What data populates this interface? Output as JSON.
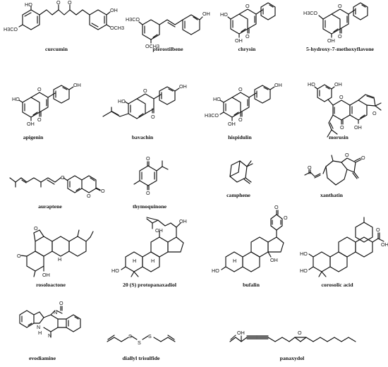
{
  "compounds": [
    {
      "name": "curcumin",
      "atoms": [
        "HO",
        "H3CO",
        "O",
        "O",
        "OH",
        "OCH3"
      ]
    },
    {
      "name": "pterostilbene",
      "atoms": [
        "H3CO",
        "OCH3",
        "OH"
      ]
    },
    {
      "name": "chrysin",
      "atoms": [
        "HO",
        "OH",
        "O",
        "O"
      ]
    },
    {
      "name": "5-hydroxy-7-methoxyflavone",
      "atoms": [
        "H3CO",
        "OH",
        "O",
        "O"
      ]
    },
    {
      "name": "apigenin",
      "atoms": [
        "HO",
        "OH",
        "O",
        "O",
        "OH"
      ]
    },
    {
      "name": "bavachin",
      "atoms": [
        "HO",
        "O",
        "O",
        "OH"
      ]
    },
    {
      "name": "hispidulin",
      "atoms": [
        "HO",
        "H3CO",
        "OH",
        "O",
        "O",
        "OH"
      ]
    },
    {
      "name": "morusin",
      "atoms": [
        "HO",
        "OH",
        "O",
        "O",
        "OH",
        "O"
      ]
    },
    {
      "name": "auraptene",
      "atoms": [
        "O",
        "O",
        "O"
      ]
    },
    {
      "name": "thymoquinone",
      "atoms": [
        "O",
        "O"
      ]
    },
    {
      "name": "camphene",
      "atoms": []
    },
    {
      "name": "xanthatin",
      "atoms": [
        "O",
        "O",
        "O"
      ]
    },
    {
      "name": "rosoloactone",
      "atoms": [
        "O",
        "O",
        "H",
        "OH"
      ]
    },
    {
      "name": "20 (S) protopanaxadiol",
      "atoms": [
        "OH",
        "OH",
        "HO",
        "H",
        "H"
      ]
    },
    {
      "name": "bufalin",
      "atoms": [
        "O",
        "O",
        "OH",
        "HO",
        "H"
      ]
    },
    {
      "name": "corosolic acid",
      "atoms": [
        "HO",
        "HO",
        "OH",
        "O"
      ]
    },
    {
      "name": "evodiamine",
      "atoms": [
        "N",
        "H",
        "N",
        "N",
        "O"
      ]
    },
    {
      "name": "diallyl trisulfide",
      "atoms": [
        "S",
        "S",
        "S"
      ]
    },
    {
      "name": "panaxydol",
      "atoms": [
        "OH",
        "O"
      ]
    }
  ]
}
